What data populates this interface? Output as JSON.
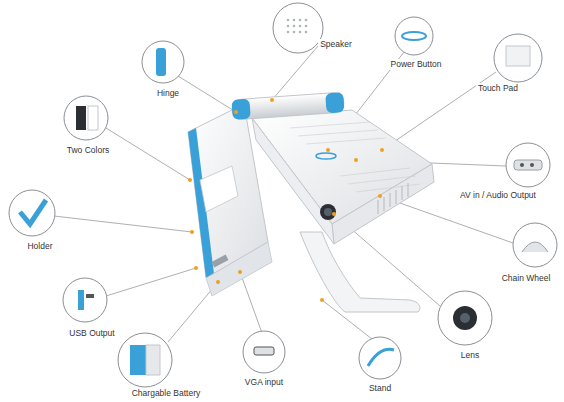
{
  "diagram": {
    "labels": [
      "Hinge",
      "Speaker",
      "Power Button",
      "Touch Pad",
      "Two Colors",
      "AV in / Audio Output",
      "Holder",
      "Chain Wheel",
      "USB Output",
      "Lens",
      "Chargable Battery",
      "VGA input",
      "Stand"
    ]
  }
}
